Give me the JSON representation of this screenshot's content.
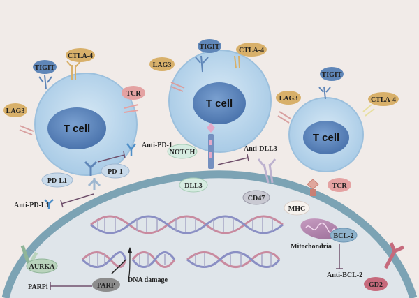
{
  "cells": {
    "left": "T cell",
    "center": "T cell",
    "right": "T cell"
  },
  "receptors": {
    "tigit_left": "TIGIT",
    "ctla4_left": "CTLA-4",
    "lag3_left": "LAG3",
    "tcr_left": "TCR",
    "tigit_center": "TIGIT",
    "ctla4_center": "CTLA-4",
    "lag3_center": "LAG3",
    "notch": "NOTCH",
    "tigit_right": "TIGIT",
    "ctla4_right": "CTLA-4",
    "lag3_right": "LAG3",
    "tcr_right": "TCR",
    "pd1": "PD-1",
    "pdl1": "PD-L1",
    "dll3": "DLL3",
    "cd47": "CD47",
    "mhc": "MHC",
    "bcl2": "BCL-2",
    "aurka": "AURKA",
    "parp": "PARP",
    "gd2": "GD2"
  },
  "drugs": {
    "anti_pd1": "Anti-PD-1",
    "anti_pdl1": "Anti-PD-L1",
    "anti_dll3": "Anti-DLL3",
    "anti_bcl2": "Anti-BCL-2",
    "parpi": "PARPi"
  },
  "annotations": {
    "mitochondria": "Mitochondria",
    "dna_damage": "DNA damage"
  },
  "colors": {
    "background": "#f1ebe8",
    "cell_membrane": "#7ca3b4",
    "cytoplasm": "#dfe5ea",
    "t_cell_outer": "#bfd9ec",
    "t_cell_nucleus": "#5f88bf",
    "tigit": "#5f86b8",
    "ctla4": "#d8b06a",
    "lag3": "#d8b06a",
    "tcr": "#e4a2a2",
    "pd1": "#c9daea",
    "pdl1": "#c9daea",
    "notch": "#d6ece1",
    "dll3": "#d6ece1",
    "cd47": "#c9c9d2",
    "mhc": "#f6f2ee",
    "bcl2": "#8fb3cc",
    "aurka": "#b9d3bc",
    "parp": "#8c8c8c",
    "gd2": "#c66a7c",
    "inhibitor": "#70506c"
  }
}
